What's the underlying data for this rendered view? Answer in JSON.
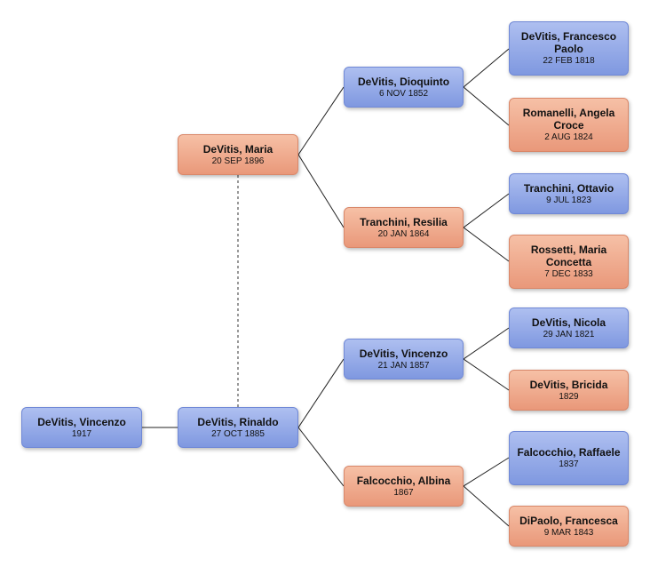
{
  "colors": {
    "male": "#8fa6e6",
    "female": "#f0a98a",
    "connector": "#222222",
    "spouse_link": "#555555"
  },
  "people": {
    "vincenzo_1917": {
      "name": "DeVitis, Vincenzo",
      "date": "1917",
      "sex": "male"
    },
    "rinaldo": {
      "name": "DeVitis, Rinaldo",
      "date": "27 OCT 1885",
      "sex": "male"
    },
    "maria": {
      "name": "DeVitis, Maria",
      "date": "20 SEP 1896",
      "sex": "female"
    },
    "dioquinto": {
      "name": "DeVitis, Dioquinto",
      "date": "6 NOV 1852",
      "sex": "male"
    },
    "resilia": {
      "name": "Tranchini, Resilia",
      "date": "20 JAN 1864",
      "sex": "female"
    },
    "vincenzo_1857": {
      "name": "DeVitis, Vincenzo",
      "date": "21 JAN 1857",
      "sex": "male"
    },
    "albina": {
      "name": "Falcocchio, Albina",
      "date": "1867",
      "sex": "female"
    },
    "francesco": {
      "name": "DeVitis, Francesco Paolo",
      "date": "22 FEB 1818",
      "sex": "male"
    },
    "angela": {
      "name": "Romanelli, Angela Croce",
      "date": "2 AUG 1824",
      "sex": "female"
    },
    "ottavio": {
      "name": "Tranchini, Ottavio",
      "date": "9 JUL 1823",
      "sex": "male"
    },
    "concetta": {
      "name": "Rossetti, Maria Concetta",
      "date": "7 DEC 1833",
      "sex": "female"
    },
    "nicola": {
      "name": "DeVitis, Nicola",
      "date": "29 JAN 1821",
      "sex": "male"
    },
    "bricida": {
      "name": "DeVitis, Bricida",
      "date": "1829",
      "sex": "female"
    },
    "raffaele": {
      "name": "Falcocchio, Raffaele",
      "date": "1837",
      "sex": "male"
    },
    "francesca": {
      "name": "DiPaolo, Francesca",
      "date": "9 MAR 1843",
      "sex": "female"
    }
  }
}
